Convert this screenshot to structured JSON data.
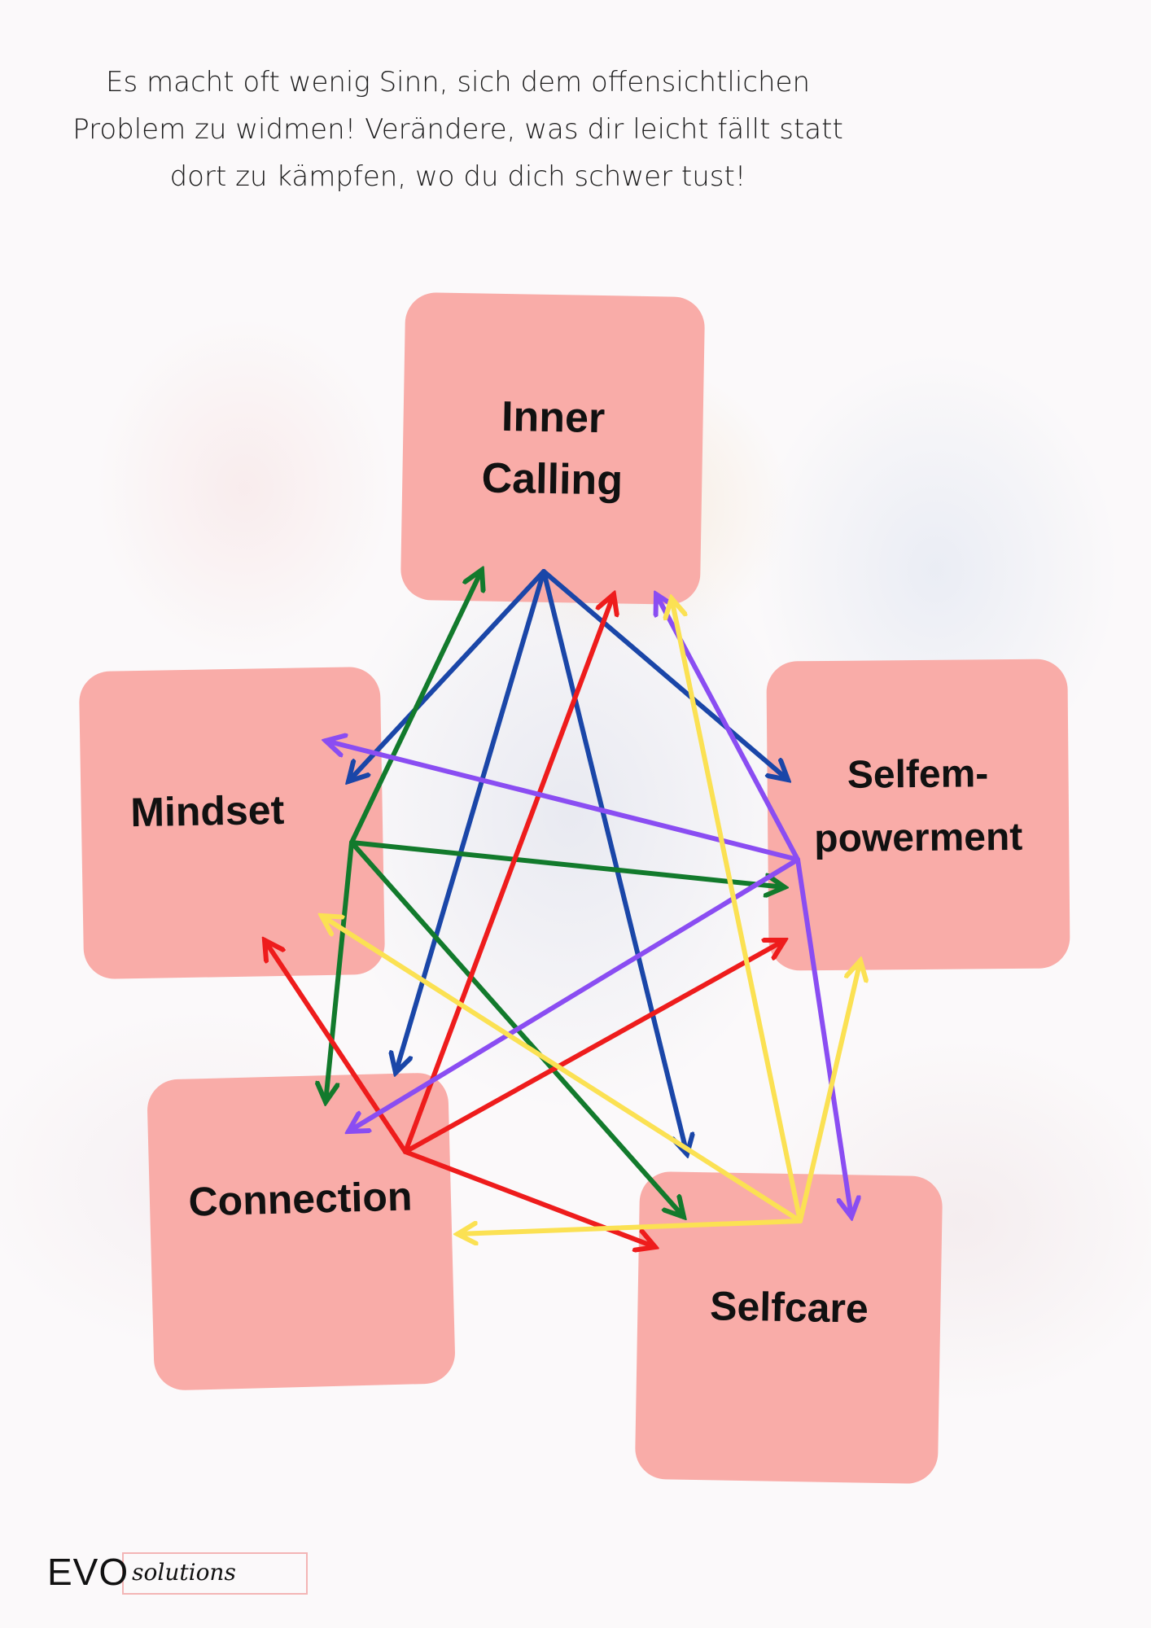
{
  "intro": {
    "line1": "Es macht oft wenig Sinn, sich dem offensichtlichen",
    "line2": "Problem zu widmen! Verändere, was dir leicht fällt statt",
    "line3": "dort zu kämpfen, wo du dich schwer tust!"
  },
  "nodes": {
    "inner_calling": {
      "line1": "Inner",
      "line2": "Calling"
    },
    "mindset": {
      "label": "Mindset"
    },
    "selfempowerment": {
      "line1": "Selfem-",
      "line2": "powerment"
    },
    "connection": {
      "label": "Connection"
    },
    "selfcare": {
      "label": "Selfcare"
    }
  },
  "colors": {
    "node_fill": "#f9aca8",
    "blue": "#1a46a8",
    "green": "#127a2c",
    "red": "#ee1c1c",
    "purple": "#8a4df2",
    "yellow": "#fbe153"
  },
  "edges": [
    {
      "from": "Inner Calling",
      "to": "Mindset",
      "color": "blue"
    },
    {
      "from": "Inner Calling",
      "to": "Selfempowerment",
      "color": "blue"
    },
    {
      "from": "Inner Calling",
      "to": "Connection",
      "color": "blue"
    },
    {
      "from": "Inner Calling",
      "to": "Selfcare",
      "color": "blue"
    },
    {
      "from": "Mindset",
      "to": "Inner Calling",
      "color": "green"
    },
    {
      "from": "Mindset",
      "to": "Selfempowerment",
      "color": "green"
    },
    {
      "from": "Mindset",
      "to": "Connection",
      "color": "green"
    },
    {
      "from": "Mindset",
      "to": "Selfcare",
      "color": "green"
    },
    {
      "from": "Connection",
      "to": "Inner Calling",
      "color": "red"
    },
    {
      "from": "Connection",
      "to": "Mindset",
      "color": "red"
    },
    {
      "from": "Connection",
      "to": "Selfempowerment",
      "color": "red"
    },
    {
      "from": "Connection",
      "to": "Selfcare",
      "color": "red"
    },
    {
      "from": "Selfempowerment",
      "to": "Inner Calling",
      "color": "purple"
    },
    {
      "from": "Selfempowerment",
      "to": "Mindset",
      "color": "purple"
    },
    {
      "from": "Selfempowerment",
      "to": "Connection",
      "color": "purple"
    },
    {
      "from": "Selfempowerment",
      "to": "Selfcare",
      "color": "purple"
    },
    {
      "from": "Selfcare",
      "to": "Inner Calling",
      "color": "yellow"
    },
    {
      "from": "Selfcare",
      "to": "Mindset",
      "color": "yellow"
    },
    {
      "from": "Selfcare",
      "to": "Selfempowerment",
      "color": "yellow"
    },
    {
      "from": "Selfcare",
      "to": "Connection",
      "color": "yellow"
    }
  ],
  "logo": {
    "brand": "EVO",
    "suffix": "solutions"
  }
}
